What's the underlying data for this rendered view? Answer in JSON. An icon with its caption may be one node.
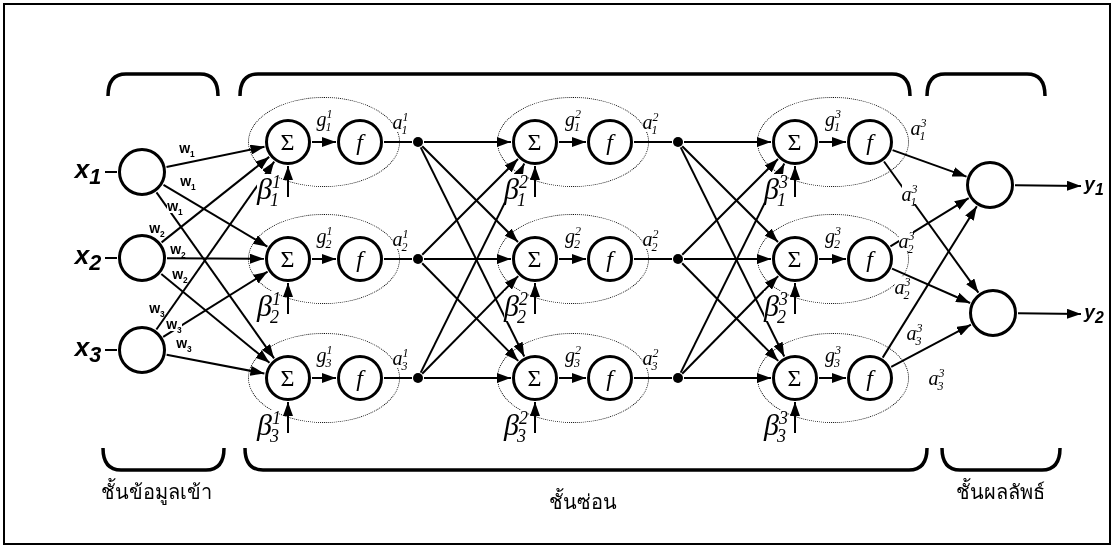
{
  "diagram": {
    "nodes": [
      {
        "text": [
          "x$_{1}$"
        ]
      },
      {
        "text": [
          "x$_{2}$"
        ]
      },
      {
        "text": [
          "x$_{3}$"
        ]
      },
      {
        "text": [],
        "shape": "circle"
      },
      {
        "text": [],
        "shape": "circle"
      },
      {
        "text": [],
        "shape": "circle"
      },
      {
        "text": [],
        "shape": "ellipse"
      },
      {
        "text": [
          "Σ"
        ],
        "in": 6
      },
      {
        "text": [
          "f"
        ],
        "in": 6
      },
      {
        "text": [],
        "shape": "ellipse"
      },
      {
        "text": [
          "Σ"
        ],
        "in": 9
      },
      {
        "text": [
          "f"
        ],
        "in": 9
      },
      {
        "text": [],
        "shape": "ellipse"
      },
      {
        "text": [
          "Σ"
        ],
        "in": 12
      },
      {
        "text": [
          "f"
        ],
        "in": 12
      },
      {
        "text": [],
        "shape": "ellipse"
      },
      {
        "text": [
          "Σ"
        ],
        "in": 15
      },
      {
        "text": [
          "f"
        ],
        "in": 15
      },
      {
        "text": [],
        "shape": "ellipse"
      },
      {
        "text": [
          "Σ"
        ],
        "in": 18
      },
      {
        "text": [
          "f"
        ],
        "in": 18
      },
      {
        "text": [],
        "shape": "ellipse"
      },
      {
        "text": [
          "Σ"
        ],
        "in": 21
      },
      {
        "text": [
          "f"
        ],
        "in": 21
      },
      {
        "text": [],
        "shape": "ellipse"
      },
      {
        "text": [
          "Σ"
        ],
        "in": 24
      },
      {
        "text": [
          "f"
        ],
        "in": 24
      },
      {
        "text": [],
        "shape": "ellipse"
      },
      {
        "text": [
          "Σ"
        ],
        "in": 27
      },
      {
        "text": [
          "f"
        ],
        "in": 27
      },
      {
        "text": [],
        "shape": "ellipse"
      },
      {
        "text": [
          "Σ"
        ],
        "in": 30
      },
      {
        "text": [
          "f"
        ],
        "in": 30
      },
      {
        "text": [],
        "shape": "dot"
      },
      {
        "text": [],
        "shape": "dot"
      },
      {
        "text": [],
        "shape": "dot"
      },
      {
        "text": [],
        "shape": "dot"
      },
      {
        "text": [],
        "shape": "dot"
      },
      {
        "text": [],
        "shape": "dot"
      },
      {
        "text": [],
        "shape": "circle"
      },
      {
        "text": [],
        "shape": "circle"
      },
      {
        "text": [
          "y$_{1}$"
        ]
      },
      {
        "text": [
          "y$_{2}$"
        ]
      }
    ],
    "edges": [
      {
        "from": 0,
        "to": 3,
        "arrow": "none"
      },
      {
        "from": 1,
        "to": 4,
        "arrow": "none"
      },
      {
        "from": 2,
        "to": 5,
        "arrow": "none"
      },
      {
        "from": 3,
        "to": 7,
        "arrow": "to",
        "label": "w$_{1}$"
      },
      {
        "from": 3,
        "to": 10,
        "arrow": "to",
        "label": "w$_{1}$"
      },
      {
        "from": 3,
        "to": 13,
        "arrow": "to",
        "label": "w$_{1}$"
      },
      {
        "from": 4,
        "to": 7,
        "arrow": "to",
        "label": "w$_{2}$"
      },
      {
        "from": 4,
        "to": 10,
        "arrow": "to",
        "label": "w$_{2}$"
      },
      {
        "from": 4,
        "to": 13,
        "arrow": "to",
        "label": "w$_{2}$"
      },
      {
        "from": 5,
        "to": 7,
        "arrow": "to",
        "label": "w$_{3}$"
      },
      {
        "from": 5,
        "to": 10,
        "arrow": "to",
        "label": "w$_{3}$"
      },
      {
        "from": 5,
        "to": 13,
        "arrow": "to",
        "label": "w$_{3}$"
      },
      {
        "from": null,
        "to": 7,
        "arrow": "to",
        "label": "β$^{1}$$_{1}$"
      },
      {
        "from": 7,
        "to": 8,
        "arrow": "to",
        "label": "g$^{1}$$_{1}$"
      },
      {
        "from": null,
        "to": 10,
        "arrow": "to",
        "label": "β$^{1}$$_{2}$"
      },
      {
        "from": 10,
        "to": 11,
        "arrow": "to",
        "label": "g$^{1}$$_{2}$"
      },
      {
        "from": null,
        "to": 13,
        "arrow": "to",
        "label": "β$^{1}$$_{3}$"
      },
      {
        "from": 13,
        "to": 14,
        "arrow": "to",
        "label": "g$^{1}$$_{3}$"
      },
      {
        "from": null,
        "to": 16,
        "arrow": "to",
        "label": "β$^{2}$$_{1}$"
      },
      {
        "from": 16,
        "to": 17,
        "arrow": "to",
        "label": "g$^{2}$$_{1}$"
      },
      {
        "from": null,
        "to": 19,
        "arrow": "to",
        "label": "β$^{2}$$_{2}$"
      },
      {
        "from": 19,
        "to": 20,
        "arrow": "to",
        "label": "g$^{2}$$_{2}$"
      },
      {
        "from": null,
        "to": 22,
        "arrow": "to",
        "label": "β$^{2}$$_{3}$"
      },
      {
        "from": 22,
        "to": 23,
        "arrow": "to",
        "label": "g$^{2}$$_{3}$"
      },
      {
        "from": null,
        "to": 25,
        "arrow": "to",
        "label": "β$^{3}$$_{1}$"
      },
      {
        "from": 25,
        "to": 26,
        "arrow": "to",
        "label": "g$^{3}$$_{1}$"
      },
      {
        "from": null,
        "to": 28,
        "arrow": "to",
        "label": "β$^{3}$$_{2}$"
      },
      {
        "from": 28,
        "to": 29,
        "arrow": "to",
        "label": "g$^{3}$$_{2}$"
      },
      {
        "from": null,
        "to": 31,
        "arrow": "to",
        "label": "β$^{3}$$_{3}$"
      },
      {
        "from": 31,
        "to": 32,
        "arrow": "to",
        "label": "g$^{3}$$_{3}$"
      },
      {
        "from": 8,
        "to": 33,
        "arrow": "none",
        "label": "a$^{1}$$_{1}$"
      },
      {
        "from": 11,
        "to": 34,
        "arrow": "none",
        "label": "a$^{1}$$_{2}$"
      },
      {
        "from": 14,
        "to": 35,
        "arrow": "none",
        "label": "a$^{1}$$_{3}$"
      },
      {
        "from": 17,
        "to": 36,
        "arrow": "none",
        "label": "a$^{2}$$_{1}$"
      },
      {
        "from": 20,
        "to": 37,
        "arrow": "none",
        "label": "a$^{2}$$_{2}$"
      },
      {
        "from": 23,
        "to": 38,
        "arrow": "none",
        "label": "a$^{2}$$_{3}$"
      },
      {
        "from": 33,
        "to": 16,
        "arrow": "to"
      },
      {
        "from": 33,
        "to": 19,
        "arrow": "to"
      },
      {
        "from": 33,
        "to": 22,
        "arrow": "to"
      },
      {
        "from": 34,
        "to": 16,
        "arrow": "to"
      },
      {
        "from": 34,
        "to": 19,
        "arrow": "to"
      },
      {
        "from": 34,
        "to": 22,
        "arrow": "to"
      },
      {
        "from": 35,
        "to": 16,
        "arrow": "to"
      },
      {
        "from": 35,
        "to": 19,
        "arrow": "to"
      },
      {
        "from": 35,
        "to": 22,
        "arrow": "to"
      },
      {
        "from": 36,
        "to": 25,
        "arrow": "to"
      },
      {
        "from": 36,
        "to": 28,
        "arrow": "to"
      },
      {
        "from": 36,
        "to": 31,
        "arrow": "to"
      },
      {
        "from": 37,
        "to": 25,
        "arrow": "to"
      },
      {
        "from": 37,
        "to": 28,
        "arrow": "to"
      },
      {
        "from": 37,
        "to": 31,
        "arrow": "to"
      },
      {
        "from": 38,
        "to": 25,
        "arrow": "to"
      },
      {
        "from": 38,
        "to": 28,
        "arrow": "to"
      },
      {
        "from": 38,
        "to": 31,
        "arrow": "to"
      },
      {
        "from": 26,
        "to": 39,
        "arrow": "to",
        "label": "a$^{3}$$_{1}$"
      },
      {
        "from": 26,
        "to": 40,
        "arrow": "to",
        "label": "a$^{3}$$_{1}$"
      },
      {
        "from": 29,
        "to": 39,
        "arrow": "to",
        "label": "a$^{3}$$_{2}$"
      },
      {
        "from": 29,
        "to": 40,
        "arrow": "to",
        "label": "a$^{3}$$_{2}$"
      },
      {
        "from": 32,
        "to": 39,
        "arrow": "to",
        "label": "a$^{3}$$_{3}$"
      },
      {
        "from": 32,
        "to": 40,
        "arrow": "to",
        "label": "a$^{3}$$_{3}$"
      },
      {
        "from": 39,
        "to": 41,
        "arrow": "to"
      },
      {
        "from": 40,
        "to": 42,
        "arrow": "to"
      }
    ],
    "labels": [
      "ชั้นข้อมูลเข้า",
      "ชั้นซ่อน",
      "ชั้นผลลัพธ์"
    ]
  }
}
